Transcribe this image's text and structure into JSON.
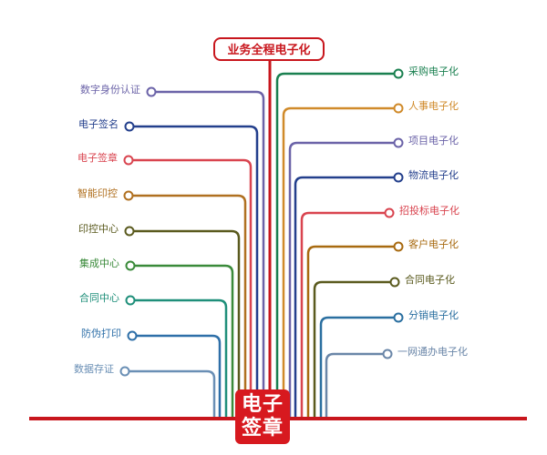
{
  "title": "业务全程电子化",
  "stamp": {
    "line1": "电子",
    "line2": "签章"
  },
  "left": [
    {
      "label": "数字身份认证",
      "color": "#6b63a8"
    },
    {
      "label": "电子签名",
      "color": "#233f8c"
    },
    {
      "label": "电子签章",
      "color": "#d9444f"
    },
    {
      "label": "智能印控",
      "color": "#b07020"
    },
    {
      "label": "印控中心",
      "color": "#5a5a1e"
    },
    {
      "label": "集成中心",
      "color": "#3a8a3a"
    },
    {
      "label": "合同中心",
      "color": "#1f8f7a"
    },
    {
      "label": "防伪打印",
      "color": "#2e6fa8"
    },
    {
      "label": "数据存证",
      "color": "#6a8fb5"
    }
  ],
  "right": [
    {
      "label": "采购电子化",
      "color": "#1a8050"
    },
    {
      "label": "人事电子化",
      "color": "#d08a2a"
    },
    {
      "label": "项目电子化",
      "color": "#6b63a8"
    },
    {
      "label": "物流电子化",
      "color": "#233f8c"
    },
    {
      "label": "招投标电子化",
      "color": "#d9444f"
    },
    {
      "label": "客户电子化",
      "color": "#a86a10"
    },
    {
      "label": "合同电子化",
      "color": "#5a5a1e"
    },
    {
      "label": "分销电子化",
      "color": "#2a6fa0"
    },
    {
      "label": "一网通办电子化",
      "color": "#6a86a8"
    }
  ],
  "main_color": "#c8161d"
}
